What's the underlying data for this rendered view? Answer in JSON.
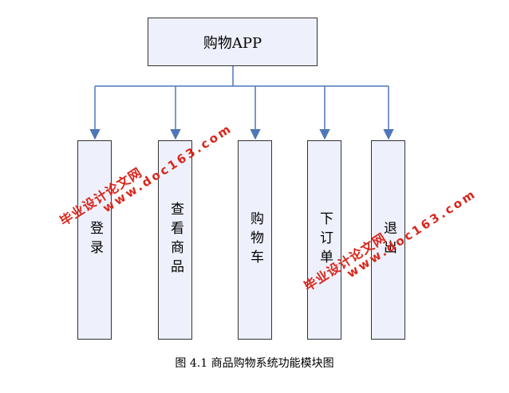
{
  "diagram": {
    "root": {
      "label": "购物APP"
    },
    "modules": [
      {
        "label": "登录"
      },
      {
        "label": "查看商品"
      },
      {
        "label": "购物车"
      },
      {
        "label": "下订单"
      },
      {
        "label": "退出"
      }
    ],
    "caption": "图 4.1 商品购物系统功能模块图"
  },
  "watermarks": [
    {
      "cn": "毕业设计论文网",
      "url": "www.doc163.com"
    },
    {
      "cn": "毕业设计论文网",
      "url": "www.doc163.com"
    }
  ],
  "colors": {
    "box_fill": "#eef1fb",
    "box_border": "#333333",
    "connector": "#4f76b8",
    "watermark": "#d9261c"
  }
}
